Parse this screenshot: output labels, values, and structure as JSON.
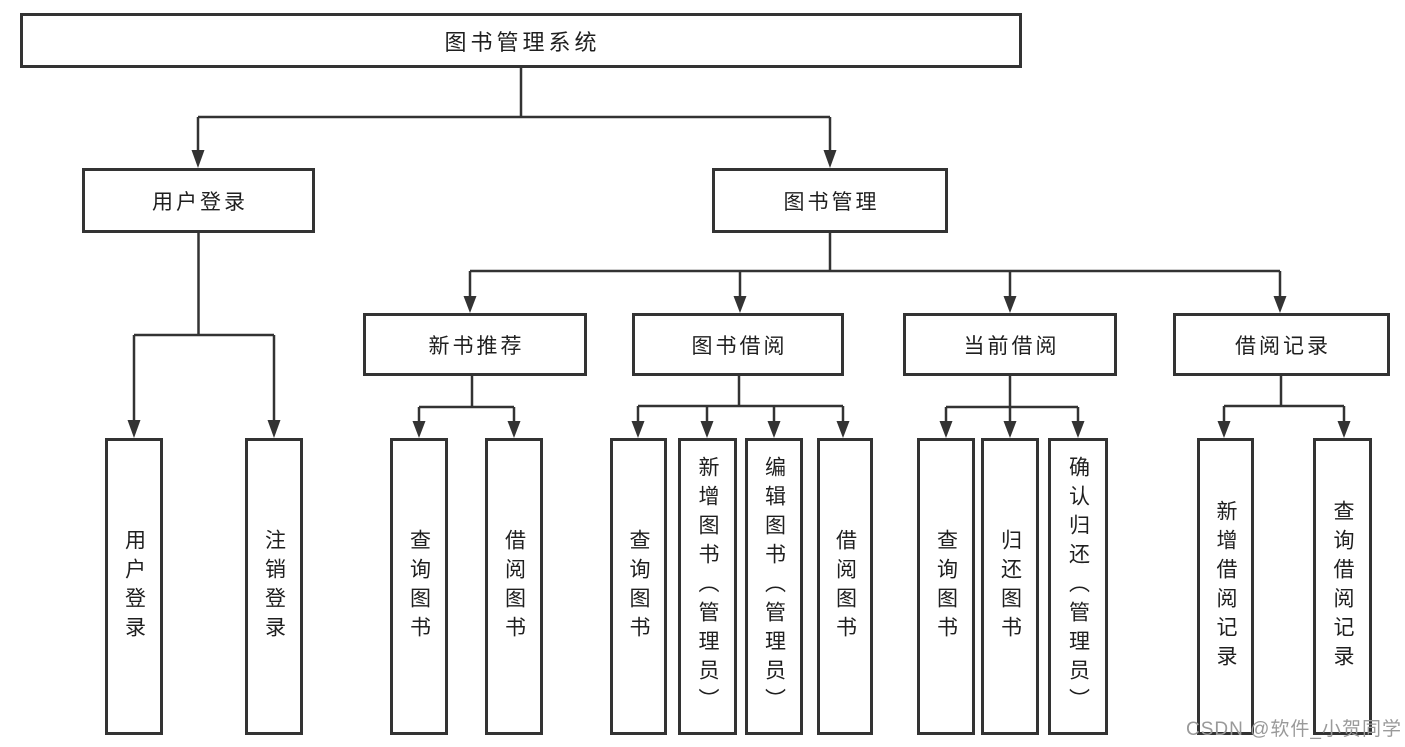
{
  "tree": {
    "root": {
      "label": "图书管理系统",
      "children": [
        {
          "label": "用户登录",
          "children": [
            {
              "label": "用户登录"
            },
            {
              "label": "注销登录"
            }
          ]
        },
        {
          "label": "图书管理",
          "children": [
            {
              "label": "新书推荐",
              "children": [
                {
                  "label": "查询图书"
                },
                {
                  "label": "借阅图书"
                }
              ]
            },
            {
              "label": "图书借阅",
              "children": [
                {
                  "label": "查询图书"
                },
                {
                  "label": "新增图书（管理员）"
                },
                {
                  "label": "编辑图书（管理员）"
                },
                {
                  "label": "借阅图书"
                }
              ]
            },
            {
              "label": "当前借阅",
              "children": [
                {
                  "label": "查询图书"
                },
                {
                  "label": "归还图书"
                },
                {
                  "label": "确认归还（管理员）"
                }
              ]
            },
            {
              "label": "借阅记录",
              "children": [
                {
                  "label": "新增借阅记录"
                },
                {
                  "label": "查询借阅记录"
                }
              ]
            }
          ]
        }
      ]
    }
  },
  "watermark": {
    "text": "CSDN @软件_小贺同学"
  },
  "colors": {
    "line": "#333333",
    "text": "#1f1f1f",
    "watermark": "#9a9a9a",
    "background": "#ffffff"
  }
}
